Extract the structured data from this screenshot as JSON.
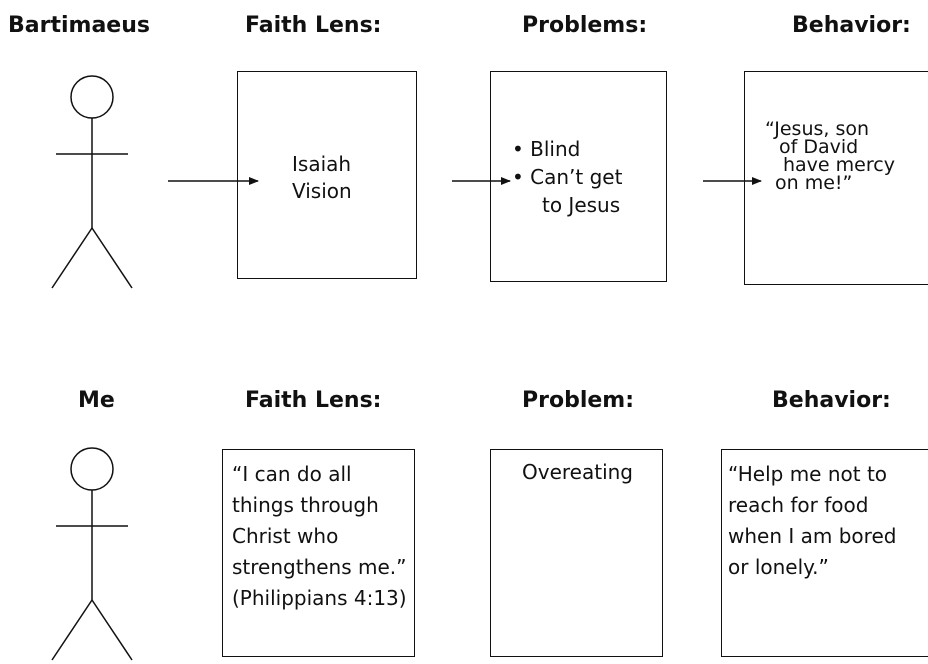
{
  "row1": {
    "person_label": "Bartimaeus",
    "faith_header": "Faith Lens:",
    "problem_header": "Problems:",
    "behavior_header": "Behavior:",
    "faith_lines": [
      "Isaiah",
      "Vision"
    ],
    "problems": [
      "• Blind",
      "• Can’t get",
      "to Jesus"
    ],
    "behavior_lines": [
      "“Jesus, son",
      "of David",
      "have mercy",
      "on me!”"
    ]
  },
  "row2": {
    "person_label": "Me",
    "faith_header": "Faith Lens:",
    "problem_header": "Problem:",
    "behavior_header": "Behavior:",
    "faith_lines": [
      "“I can do all",
      "things through",
      "Christ who",
      "strengthens me.”",
      "(Philippians 4:13)"
    ],
    "problem_text": "Overeating",
    "behavior_lines": [
      "“Help me not to",
      "reach for food",
      "when I am bored",
      "or lonely.”"
    ]
  }
}
